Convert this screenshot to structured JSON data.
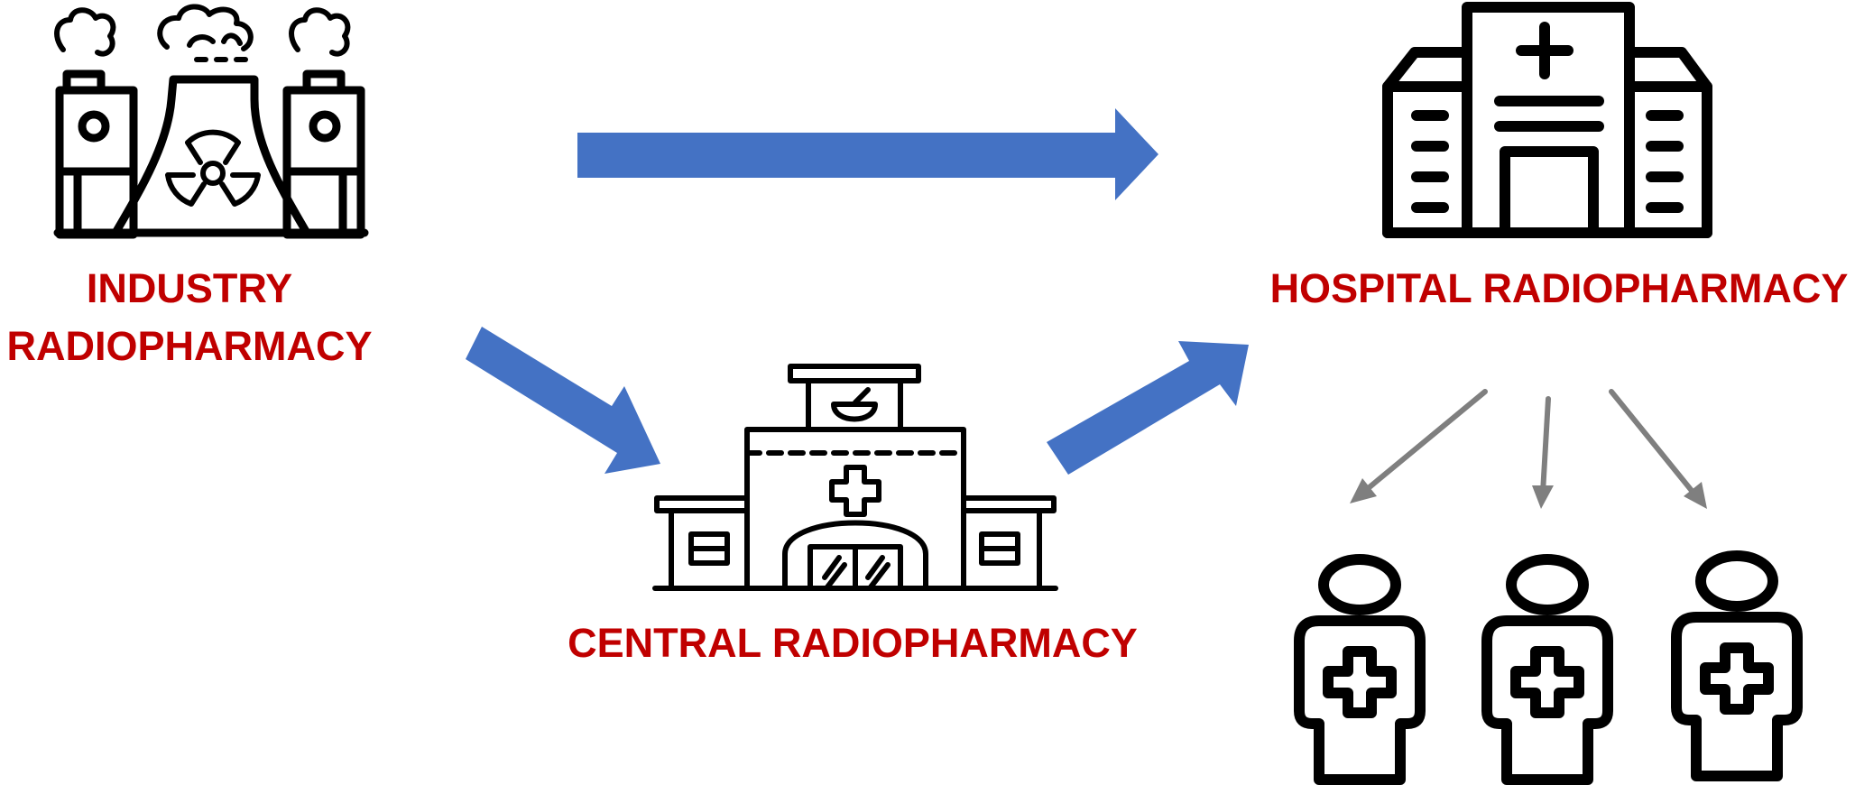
{
  "labels": {
    "industry_line1": "INDUSTRY",
    "industry_line2": "RADIOPHARMACY",
    "central": "CENTRAL RADIOPHARMACY",
    "hospital": "HOSPITAL RADIOPHARMACY"
  },
  "colors": {
    "label": "#c00000",
    "flow_arrow": "#4472c4",
    "patient_arrow": "#7f7f7f",
    "icon_stroke": "#000000"
  },
  "icons": {
    "industry": "nuclear-plant-icon",
    "central": "pharmacy-building-icon",
    "hospital": "hospital-icon",
    "patient": "patient-icon"
  }
}
